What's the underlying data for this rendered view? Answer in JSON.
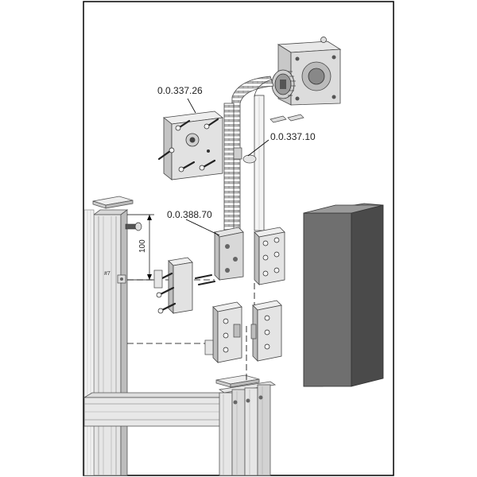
{
  "labels": {
    "part_a": "0.0.337.26",
    "part_b": "0.0.337.10",
    "part_c": "0.0.388.70",
    "dimension": "100",
    "small_mark": "#7"
  },
  "colors": {
    "border": "#000000",
    "metal_light": "#e8e8e8",
    "metal_mid": "#c8c8c8",
    "metal_dark": "#8a8a8a",
    "block_front": "#6f6f6f",
    "block_side": "#4a4a4a",
    "block_top": "#9a9a9a"
  }
}
